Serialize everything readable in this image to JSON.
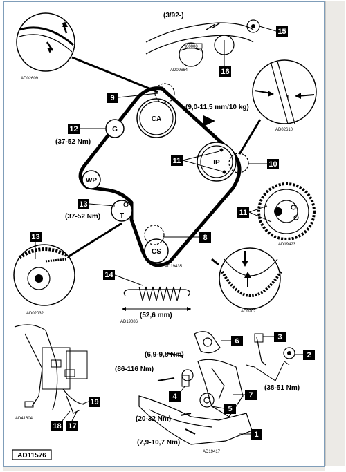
{
  "figure_code": "AD11576",
  "date_note": "(3/92-)",
  "pulleys": {
    "ca": "CA",
    "ip": "IP",
    "wp": "WP",
    "g": "G",
    "t": "T",
    "cs": "CS"
  },
  "callouts": [
    "1",
    "2",
    "3",
    "4",
    "5",
    "6",
    "7",
    "8",
    "9",
    "10",
    "11",
    "11",
    "12",
    "13",
    "13",
    "14",
    "15",
    "16",
    "17",
    "18",
    "19"
  ],
  "specs": {
    "tension": "(9,0-11,5 mm/10 kg)",
    "g_torque": "(37-52 Nm)",
    "t_torque": "(37-52 Nm)",
    "spring_length": "(52,6 mm)",
    "torque_6_9_9_8": "(6,9-9,8 Nm)",
    "torque_86_116": "(86-116 Nm)",
    "torque_38_51": "(38-51 Nm)",
    "torque_20_32": "(20-32 Nm)",
    "torque_7_9_10_7": "(7,9-10,7 Nm)"
  },
  "ref_codes": {
    "ad02609": "AD02609",
    "ad09664": "AD09664",
    "ad02610": "AD02610",
    "ad19423": "AD19423",
    "ad19435": "AD19435",
    "ad02032": "AD02032",
    "ad02071": "AD02071",
    "ad19086": "AD19086",
    "ad41604": "AD41604",
    "ad19417": "AD19417"
  },
  "odometer": "00000"
}
